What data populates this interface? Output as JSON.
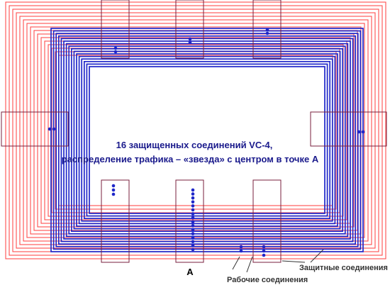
{
  "colors": {
    "protection": "#ff4d4d",
    "working": "#1f27c9",
    "node_border": "#7a1f3c",
    "caption": "#1a1a8c",
    "label": "#000000",
    "legend": "#333333"
  },
  "caption": {
    "line1": "16 защищенных соединений VC-4,",
    "line2": "распределение трафика – «звезда» с центром в точке А"
  },
  "nodes": [
    {
      "id": "top-1",
      "label": ""
    },
    {
      "id": "top-2",
      "label": ""
    },
    {
      "id": "top-3",
      "label": ""
    },
    {
      "id": "left",
      "label": ""
    },
    {
      "id": "right",
      "label": ""
    },
    {
      "id": "bottom-1",
      "label": ""
    },
    {
      "id": "bottom-2",
      "label": "А"
    },
    {
      "id": "bottom-3",
      "label": ""
    }
  ],
  "legend": {
    "working": "Рабочие соединения",
    "protection": "Защитные соединения"
  },
  "connections": {
    "working_count": 16,
    "protection_count": 16
  }
}
